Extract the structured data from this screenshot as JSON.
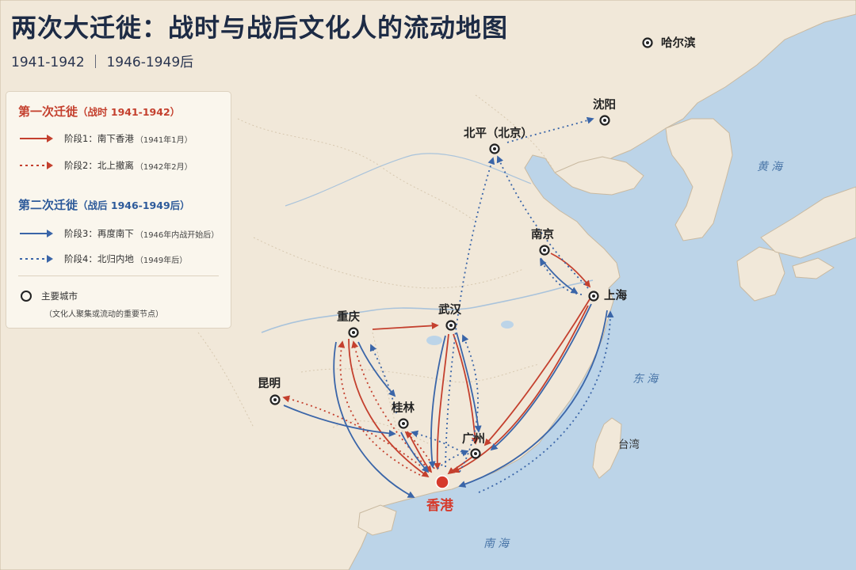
{
  "title": "两次大迁徙：战时与战后文化人的流动地图",
  "subtitle": "1941-1942 ｜ 1946-1949后",
  "legend": {
    "first_wave": {
      "title": "第一次迁徙",
      "period": "（战时 1941-1942）"
    },
    "stage1": {
      "label": "阶段1：南下香港",
      "note": "（1941年1月）"
    },
    "stage2": {
      "label": "阶段2：北上撤离",
      "note": "（1942年2月）"
    },
    "second_wave": {
      "title": "第二次迁徙",
      "period": "（战后 1946-1949后）"
    },
    "stage3": {
      "label": "阶段3：再度南下",
      "note": "（1946年内战开始后）"
    },
    "stage4": {
      "label": "阶段4：北归内地",
      "note": "（1949年后）"
    },
    "city_marker": {
      "label": "主要城市",
      "note": "（文化人聚集或流动的重要节点）"
    }
  },
  "cities": {
    "harbin": "哈尔滨",
    "shenyang": "沈阳",
    "beiping": "北平（北京）",
    "nanjing": "南京",
    "shanghai": "上海",
    "wuhan": "武汉",
    "chongqing": "重庆",
    "kunming": "昆明",
    "guilin": "桂林",
    "guangzhou": "广州",
    "hongkong": "香港"
  },
  "places": {
    "taiwan": "台湾",
    "yellow_sea": "黄海",
    "east_sea": "东海",
    "south_sea": "南海"
  },
  "colors": {
    "stage_red": "#c4402e",
    "stage_blue": "#3a65a8",
    "hongkong": "#d63a2c",
    "sea": "#bcd4e8",
    "land": "#f1e8d9"
  }
}
